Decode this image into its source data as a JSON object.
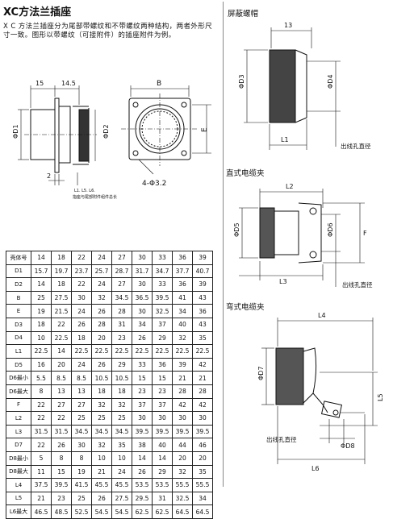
{
  "page": {
    "title": "XC方法兰插座",
    "intro": "X C 方法兰插座分为尾部带螺纹和不带螺纹两种结构，两者外形尺寸一致。图形以带螺纹（可接附件）的插座附件为例。"
  },
  "front": {
    "dim_15": "15",
    "dim_14_5": "14.5",
    "dim_d1": "ΦD1",
    "dim_d2": "ΦD2",
    "dim_2": "2",
    "note_lengths": "L1.  L5.  L6.",
    "note": "指座与尾部附件组件总长"
  },
  "flange": {
    "dim_b": "B",
    "dim_e": "E",
    "holes": "4-Φ3.2"
  },
  "cap": {
    "title": "屏蔽螺帽",
    "dim_13": "13",
    "dim_d3": "ΦD3",
    "dim_d4": "ΦD4",
    "dim_l1": "L1",
    "cable_dia": "出线孔直径"
  },
  "straight": {
    "title": "直式电缆夹",
    "dim_l2": "L2",
    "dim_d5": "ΦD5",
    "dim_d6": "ΦD6",
    "dim_f": "F",
    "dim_l3": "L3",
    "cable_dia": "出线孔直径"
  },
  "bent": {
    "title": "弯式电缆夹",
    "dim_l4": "L4",
    "dim_d7": "ΦD7",
    "dim_l5": "L5",
    "cable_dia": "出线孔直径",
    "dim_d8": "ΦD8",
    "dim_l6": "L6"
  },
  "table": {
    "rows": [
      {
        "label": "壳体号",
        "values": [
          "14",
          "18",
          "22",
          "24",
          "27",
          "30",
          "33",
          "36",
          "39"
        ]
      },
      {
        "label": "D1",
        "values": [
          "15.7",
          "19.7",
          "23.7",
          "25.7",
          "28.7",
          "31.7",
          "34.7",
          "37.7",
          "40.7"
        ]
      },
      {
        "label": "D2",
        "values": [
          "14",
          "18",
          "22",
          "24",
          "27",
          "30",
          "33",
          "36",
          "39"
        ]
      },
      {
        "label": "B",
        "values": [
          "25",
          "27.5",
          "30",
          "32",
          "34.5",
          "36.5",
          "39.5",
          "41",
          "43"
        ]
      },
      {
        "label": "E",
        "values": [
          "19",
          "21.5",
          "24",
          "26",
          "28",
          "30",
          "32.5",
          "34",
          "36"
        ]
      },
      {
        "label": "D3",
        "values": [
          "18",
          "22",
          "26",
          "28",
          "31",
          "34",
          "37",
          "40",
          "43"
        ]
      },
      {
        "label": "D4",
        "values": [
          "10",
          "22.5",
          "18",
          "20",
          "23",
          "26",
          "29",
          "32",
          "35"
        ]
      },
      {
        "label": "L1",
        "values": [
          "22.5",
          "14",
          "22.5",
          "22.5",
          "22.5",
          "22.5",
          "22.5",
          "22.5",
          "22.5"
        ]
      },
      {
        "label": "D5",
        "values": [
          "16",
          "20",
          "24",
          "26",
          "29",
          "33",
          "36",
          "39",
          "42"
        ]
      },
      {
        "label": "D6最小",
        "values": [
          "5.5",
          "8.5",
          "8.5",
          "10.5",
          "10.5",
          "15",
          "15",
          "21",
          "21"
        ]
      },
      {
        "label": "D6最大",
        "values": [
          "8",
          "13",
          "13",
          "18",
          "18",
          "23",
          "23",
          "28",
          "28"
        ]
      },
      {
        "label": "F",
        "values": [
          "22",
          "27",
          "27",
          "32",
          "32",
          "37",
          "37",
          "42",
          "42"
        ]
      },
      {
        "label": "L2",
        "values": [
          "22",
          "22",
          "25",
          "25",
          "25",
          "30",
          "30",
          "30",
          "30"
        ]
      },
      {
        "label": "L3",
        "values": [
          "31.5",
          "31.5",
          "34.5",
          "34.5",
          "34.5",
          "39.5",
          "39.5",
          "39.5",
          "39.5"
        ]
      },
      {
        "label": "D7",
        "values": [
          "22",
          "26",
          "30",
          "32",
          "35",
          "38",
          "40",
          "44",
          "46"
        ]
      },
      {
        "label": "D8最小",
        "values": [
          "5",
          "8",
          "8",
          "10",
          "10",
          "14",
          "14",
          "20",
          "20"
        ]
      },
      {
        "label": "D8最大",
        "values": [
          "11",
          "15",
          "19",
          "21",
          "24",
          "26",
          "29",
          "32",
          "35"
        ]
      },
      {
        "label": "L4",
        "values": [
          "37.5",
          "39.5",
          "41.5",
          "45.5",
          "45.5",
          "53.5",
          "53.5",
          "55.5",
          "55.5"
        ]
      },
      {
        "label": "L5",
        "values": [
          "21",
          "23",
          "25",
          "26",
          "27.5",
          "29.5",
          "31",
          "32.5",
          "34"
        ]
      },
      {
        "label": "L6最大",
        "values": [
          "46.5",
          "48.5",
          "52.5",
          "54.5",
          "54.5",
          "62.5",
          "62.5",
          "64.5",
          "64.5"
        ]
      }
    ]
  }
}
